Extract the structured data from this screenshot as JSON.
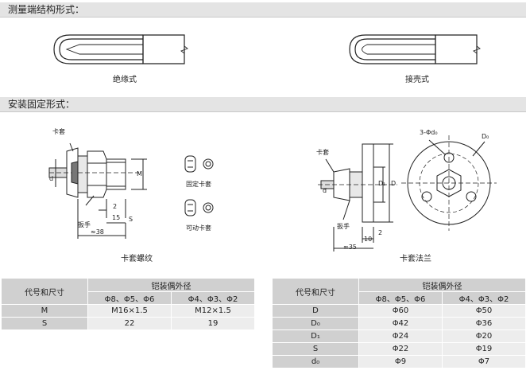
{
  "sections": {
    "measuring_end": "测量端结构形式：",
    "mounting": "安装固定形式："
  },
  "probe_labels": {
    "insulated": "绝缘式",
    "grounded": "接壳式"
  },
  "left_drawing": {
    "ferrule": "卡套",
    "wrench": "扳手",
    "dim_2": "2",
    "dim_15": "15",
    "dim_38": "≈38",
    "dim_s": "S",
    "dim_m": "M",
    "dim_d": "d",
    "caption": "卡套螺纹"
  },
  "middle_icons": {
    "fixed": "固定卡套",
    "movable": "可动卡套"
  },
  "right_drawing": {
    "ferrule": "卡套",
    "wrench": "扳手",
    "holes": "3-Φd₀",
    "d0": "D₀",
    "d1": "D₁",
    "d": "D",
    "d_small": "d",
    "dim_2": "2",
    "dim_10": "10",
    "dim_35": "≈35",
    "caption": "卡套法兰"
  },
  "table_left": {
    "row_header": "代号和尺寸",
    "group_header": "铠装偶外径",
    "col1": "Φ8、Φ5、Φ6",
    "col2": "Φ4、Φ3、Φ2",
    "rows": [
      {
        "code": "M",
        "v1": "M16×1.5",
        "v2": "M12×1.5"
      },
      {
        "code": "S",
        "v1": "22",
        "v2": "19"
      }
    ]
  },
  "table_right": {
    "row_header": "代号和尺寸",
    "group_header": "铠装偶外径",
    "col1": "Φ8、Φ5、Φ6",
    "col2": "Φ4、Φ3、Φ2",
    "rows": [
      {
        "code": "D",
        "v1": "Φ60",
        "v2": "Φ50"
      },
      {
        "code": "D₀",
        "v1": "Φ42",
        "v2": "Φ36"
      },
      {
        "code": "D₁",
        "v1": "Φ24",
        "v2": "Φ20"
      },
      {
        "code": "S",
        "v1": "Φ22",
        "v2": "Φ19"
      },
      {
        "code": "d₀",
        "v1": "Φ9",
        "v2": "Φ7"
      }
    ]
  }
}
